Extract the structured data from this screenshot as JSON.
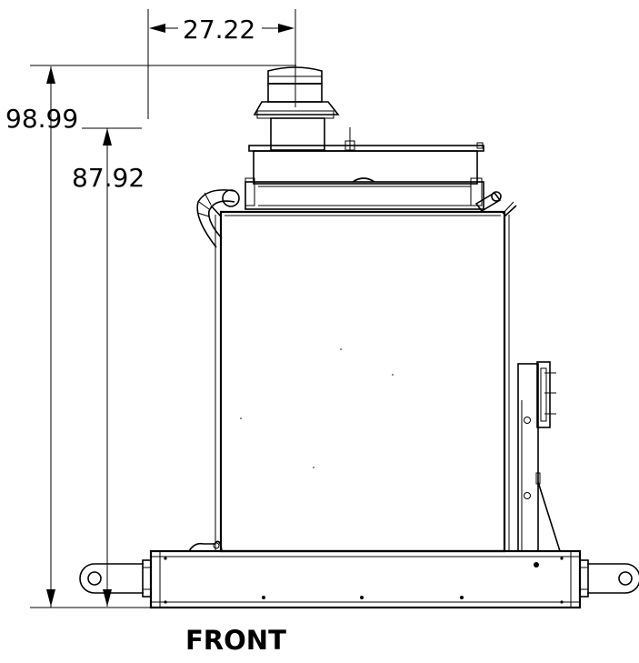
{
  "drawing": {
    "view_label": "FRONT",
    "dimensions": {
      "chimney_offset": "27.22",
      "overall_height": "98.99",
      "body_height": "87.92"
    }
  }
}
